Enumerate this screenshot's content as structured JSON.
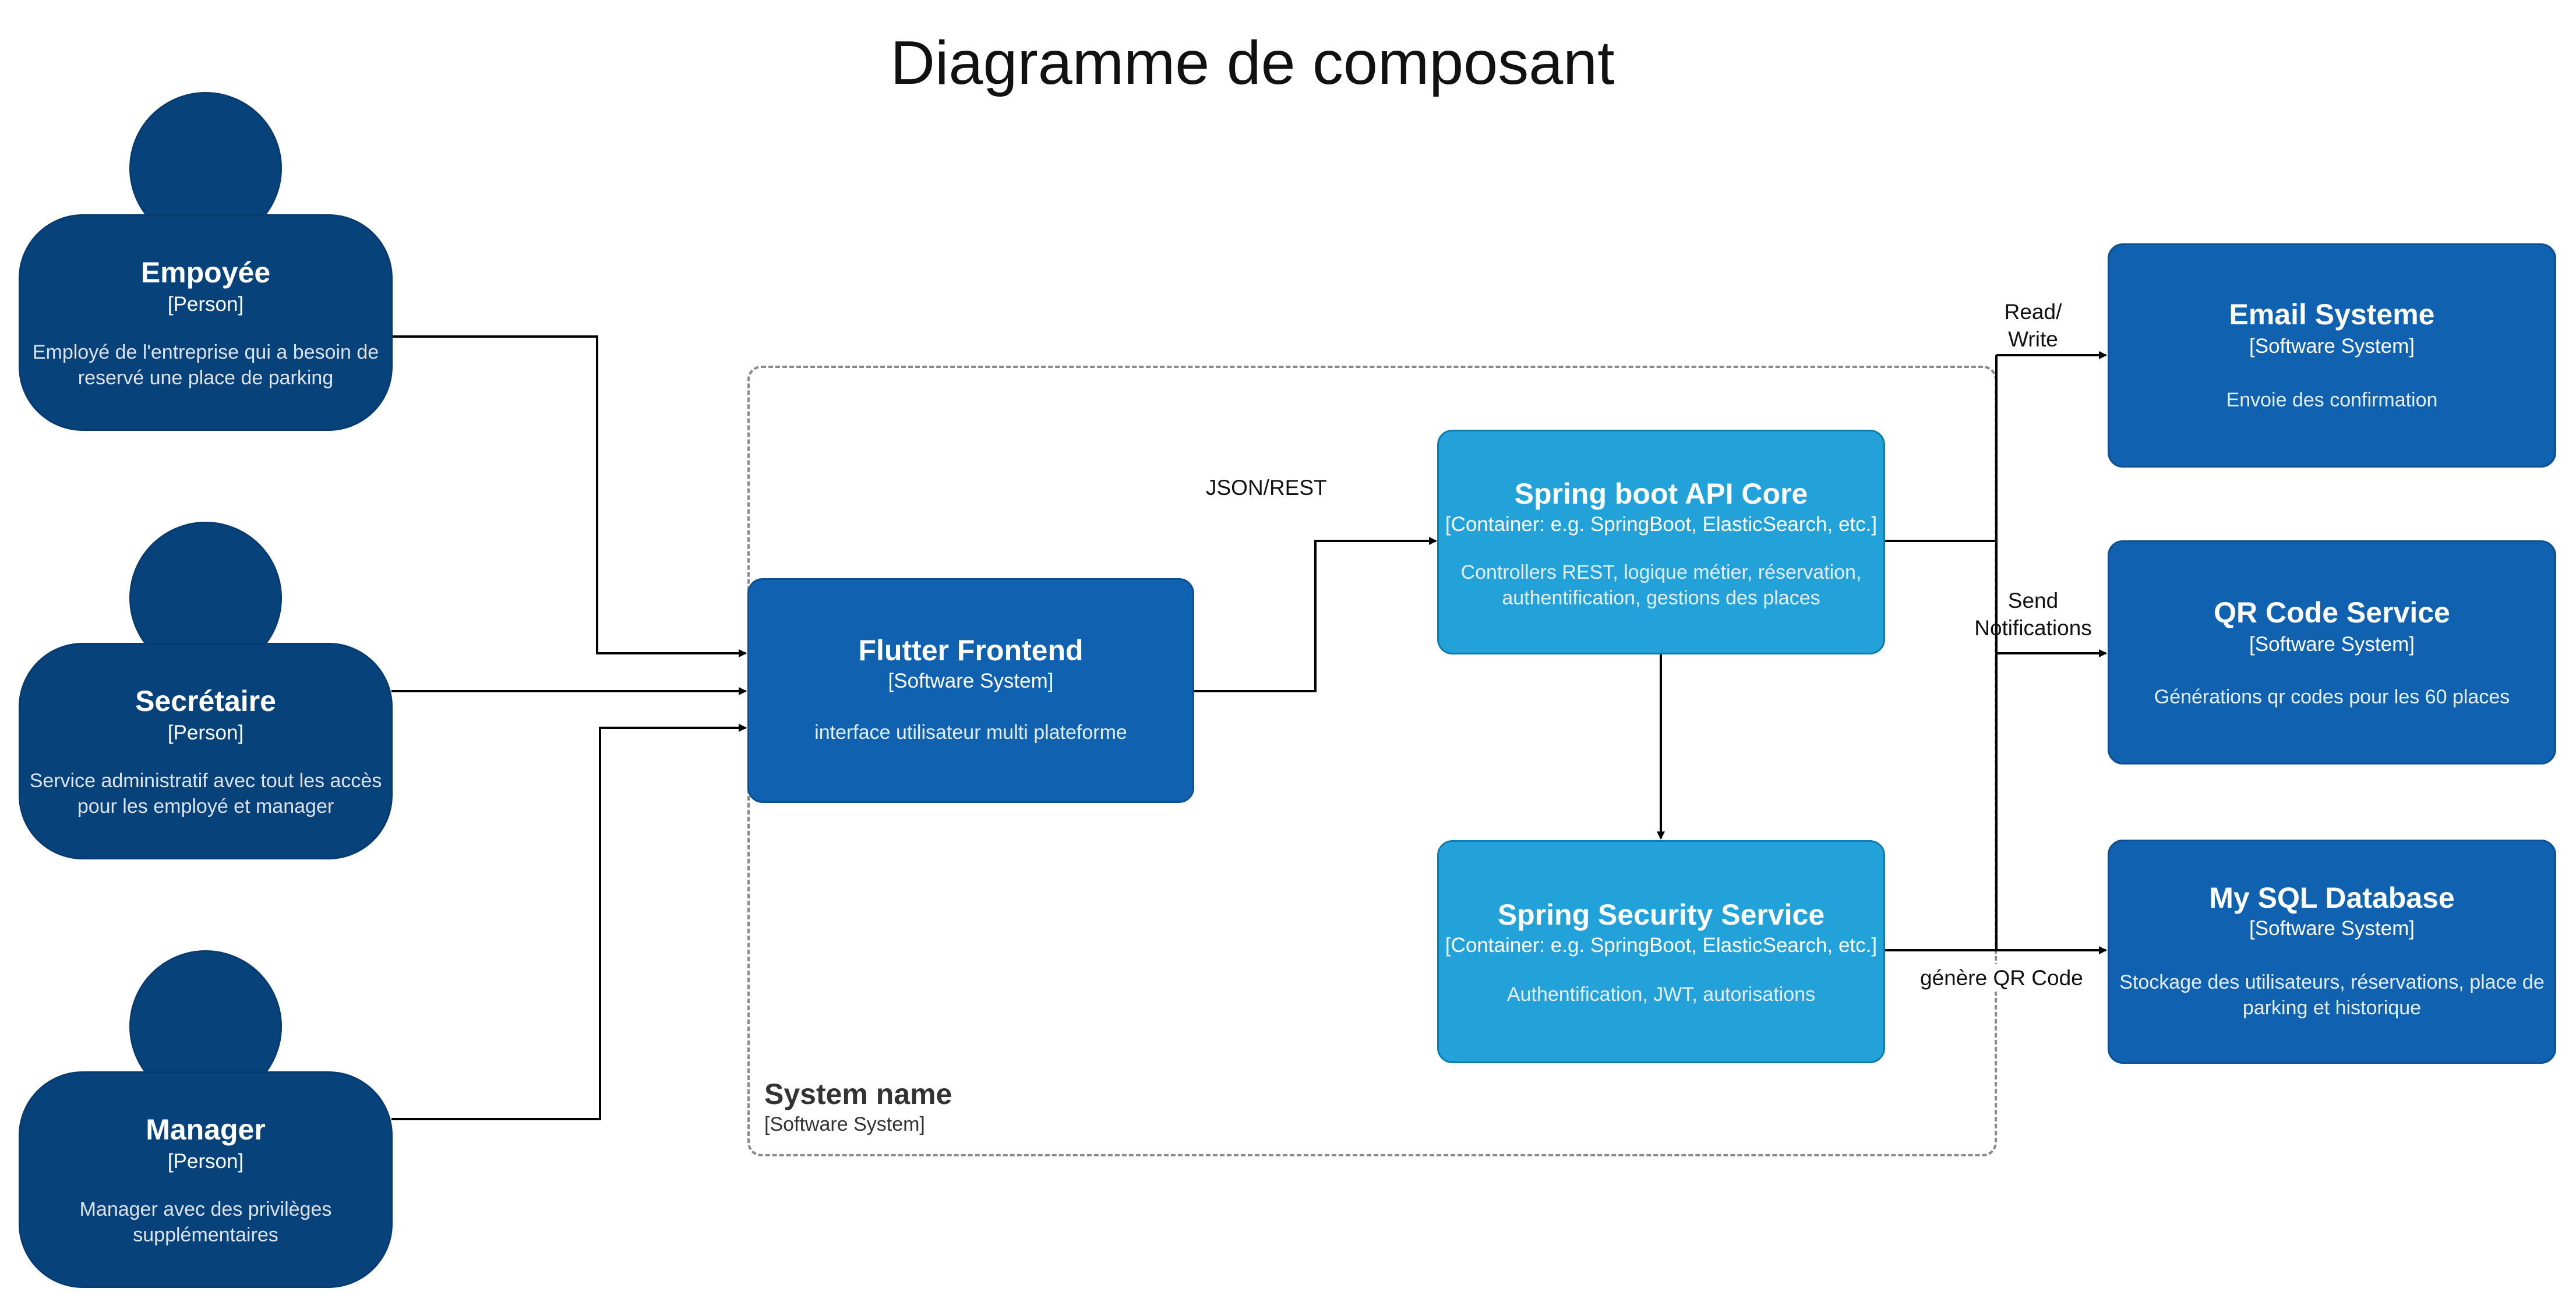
{
  "title": "Diagramme de composant",
  "persons": [
    {
      "name": "Empoyée",
      "type": "[Person]",
      "desc1": "Employé de l'entreprise qui a besoin de",
      "desc2": "reservé une place de parking"
    },
    {
      "name": "Secrétaire",
      "type": "[Person]",
      "desc1": "Service administratif avec tout les accès",
      "desc2": "pour les employé et manager"
    },
    {
      "name": "Manager",
      "type": "[Person]",
      "desc1": "Manager avec des privilèges",
      "desc2": "supplémentaires"
    }
  ],
  "frontend": {
    "name": "Flutter Frontend",
    "type": "[Software System]",
    "desc": "interface utilisateur multi plateforme"
  },
  "api": {
    "name": "Spring boot API Core",
    "type": "[Container: e.g. SpringBoot, ElasticSearch, etc.]",
    "desc1": "Controllers REST, logique métier, réservation,",
    "desc2": "authentification, gestions des places"
  },
  "security": {
    "name": "Spring Security Service",
    "type": "[Container: e.g. SpringBoot, ElasticSearch, etc.]",
    "desc": "Authentification, JWT, autorisations"
  },
  "email": {
    "name": "Email Systeme",
    "type": "[Software System]",
    "desc": "Envoie des confirmation"
  },
  "qr": {
    "name": "QR Code Service",
    "type": "[Software System]",
    "desc": "Générations qr codes pour les 60 places"
  },
  "db": {
    "name": "My SQL Database",
    "type": "[Software System]",
    "desc1": "Stockage des utilisateurs, réservations, place de",
    "desc2": "parking et historique"
  },
  "boundary": {
    "name": "System name",
    "type": "[Software System]"
  },
  "edges": {
    "json_rest": "JSON/REST",
    "read_write_1": "Read/",
    "read_write_2": "Write",
    "send_notif_1": "Send",
    "send_notif_2": "Notifications",
    "genere_qr": "génère QR Code"
  },
  "colors": {
    "person": "#08427b",
    "system": "#1061b0",
    "container": "#23a2d9",
    "boundary": "#8a8a8a"
  }
}
